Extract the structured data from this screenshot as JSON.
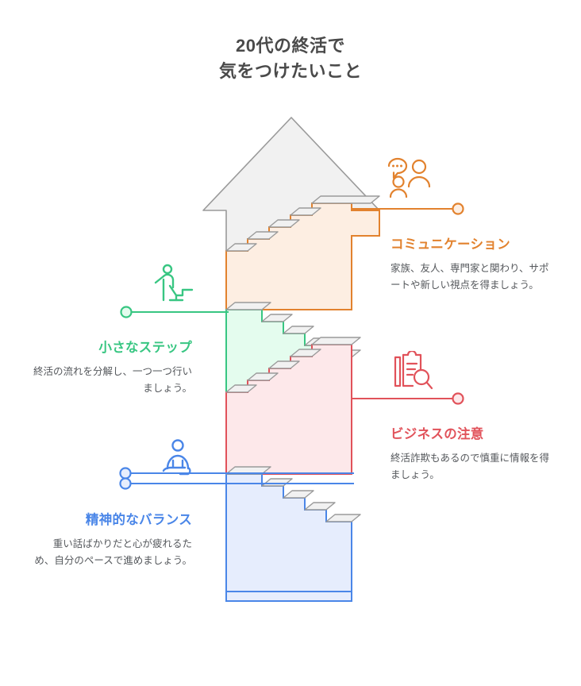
{
  "title": {
    "line1": "20代の終活で",
    "line2": "気をつけたいこと"
  },
  "colors": {
    "orange_stroke": "#E2822E",
    "orange_fill": "#FDEEE2",
    "green_stroke": "#38C682",
    "green_fill": "#E4FCEE",
    "red_stroke": "#E1525A",
    "red_fill": "#FDE8EA",
    "blue_stroke": "#4A86E8",
    "blue_fill": "#E6EDFD",
    "gray_stroke": "#9A9A9A",
    "gray_fill": "#F1F1F1",
    "title_text": "#4A4A4A",
    "body_text": "#55585C"
  },
  "sections": [
    {
      "id": "communication",
      "heading": "コミュニケーション",
      "body": "家族、友人、専門家と関わり、サポートや新しい視点を得ましょう。",
      "color": "#E2822E",
      "icon": "people-chat-icon",
      "side": "right"
    },
    {
      "id": "small-steps",
      "heading": "小さなステップ",
      "body": "終活の流れを分解し、一つ一つ行いましょう。",
      "color": "#38C682",
      "icon": "person-climbing-stairs-icon",
      "side": "left"
    },
    {
      "id": "business-caution",
      "heading": "ビジネスの注意",
      "body": "終活詐欺もあるので慎重に情報を得ましょう。",
      "color": "#E1525A",
      "icon": "clipboard-search-icon",
      "side": "right"
    },
    {
      "id": "mental-balance",
      "heading": "精神的なバランス",
      "body": "重い話ばかりだと心が疲れるため、自分のペースで進めましょう。",
      "color": "#4A86E8",
      "icon": "person-meditating-icon",
      "side": "left"
    }
  ],
  "chart_data": {
    "type": "diagram",
    "title": "20代の終活で気をつけたいこと",
    "shape": "ascending-staircase-arrow",
    "layer_count": 4,
    "layers": [
      {
        "name": "コミュニケーション",
        "order": 1,
        "position": "top",
        "color": "#E2822E"
      },
      {
        "name": "小さなステップ",
        "order": 2,
        "position": "upper-middle",
        "color": "#38C682"
      },
      {
        "name": "ビジネスの注意",
        "order": 3,
        "position": "lower-middle",
        "color": "#E1525A"
      },
      {
        "name": "精神的なバランス",
        "order": 4,
        "position": "bottom",
        "color": "#4A86E8"
      }
    ]
  }
}
